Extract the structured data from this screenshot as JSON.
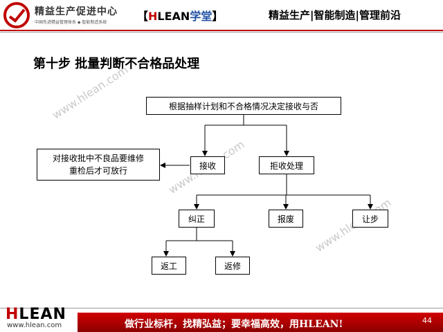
{
  "header": {
    "brand_cn": "精益生产促进中心",
    "brand_sub": "中国先进精益管理体系 ◆ 智能制造系统",
    "academy_open": "【",
    "academy_h": "H",
    "academy_lean": "LEAN",
    "academy_cn": "学堂",
    "academy_close": "】",
    "tagline": "精益生产|智能制造|管理前沿"
  },
  "title": "第十步   批量判断不合格品处理",
  "watermark": "www.hlean.com",
  "flow": {
    "decide": "根据抽样计划和不合格情况决定接收与否",
    "accept": "接收",
    "reject": "拒收处理",
    "note_line1": "对接收批中不良品要维修",
    "note_line2": "重检后才可放行",
    "correct": "纠正",
    "scrap": "报废",
    "concession": "让步",
    "rework": "返工",
    "repair": "返修"
  },
  "footer": {
    "logo_h": "H",
    "logo_rest": "LEAN",
    "url": "www.hlean.com",
    "slogan": "做行业标杆，找精弘益；要幸福高效，用HLEAN!",
    "page_number": "44"
  },
  "colors": {
    "brand_red": "#c00000",
    "brand_blue": "#1f4fa3"
  }
}
